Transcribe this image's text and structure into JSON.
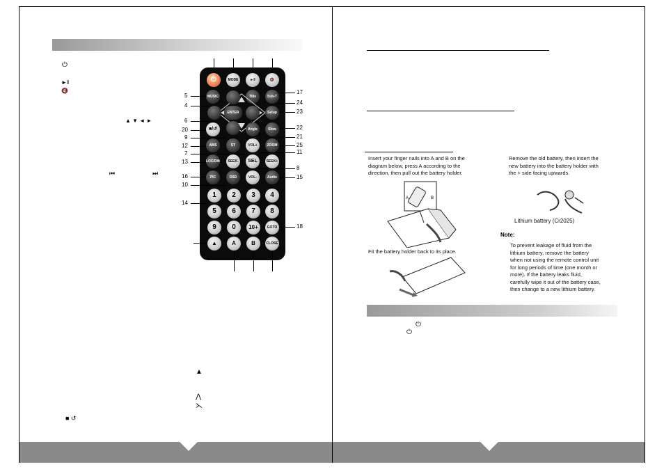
{
  "left_page": {
    "glyphs": [
      "⏻",
      "►‖",
      "🔇",
      "▲ ▼ ◄ ►",
      "⏮",
      "⏭",
      "▲",
      "⋀",
      "⋋",
      "■ ↺"
    ]
  },
  "remote": {
    "buttons": {
      "power": "⏻",
      "mode": "MODE",
      "play": "►‖",
      "mute": "🔇",
      "music_sys": "MUSIC SYS",
      "title": "Title",
      "sub_t": "Sub-T",
      "enter": "ENTER",
      "setup": "Setup",
      "stop": "■/↺",
      "angle": "Angle",
      "slow": "Slow",
      "amp": "AMS RPT",
      "st_prog": "ST PROG",
      "vol_up": "VOL+",
      "zoom": "ZOOM",
      "loc_dim": "LOC/DIM",
      "seek_minus": "SEEK- ⏮",
      "sel": "SEL",
      "seek_plus": "SEEK+ ⏭",
      "pic": "PIC",
      "osd": "OSD",
      "vol_down": "VOL-",
      "audio": "Audio",
      "goto": "GOTO",
      "eject": "▲",
      "a_btn": "A",
      "b_btn": "B",
      "close": "CLOSE"
    },
    "numbers": [
      "1",
      "2",
      "3",
      "4",
      "5",
      "6",
      "7",
      "8",
      "9",
      "0",
      "10+"
    ],
    "callouts_left": [
      "5",
      "4",
      "6",
      "20",
      "9",
      "12",
      "7",
      "13",
      "16",
      "10",
      "14"
    ],
    "callouts_right": [
      "17",
      "24",
      "23",
      "22",
      "21",
      "25",
      "11",
      "8",
      "15",
      "18"
    ]
  },
  "right_page": {
    "insert_text": "Insert your finger nails into A and B on the diagram below, press A  according to the direction, then pull out the battery holder.",
    "fit_text": "Fit the battery holder back to its place.",
    "remove_text": "Remove the old battery, then insert the new battery into the battery holder with the + side facing upwards.",
    "battery_label": "Lithium  battery (Cr2025)",
    "note_title": "Note:",
    "note_text": "To prevent leakage of fluid from the lithium battery, remove the battery when not using the remote control unit for long periods of time (one month or more). If the battery leaks fluid, carefully wipe it out of the battery case, then change to  a new lithium battery.",
    "power_glyphs": [
      "⏻",
      "⏻"
    ]
  }
}
